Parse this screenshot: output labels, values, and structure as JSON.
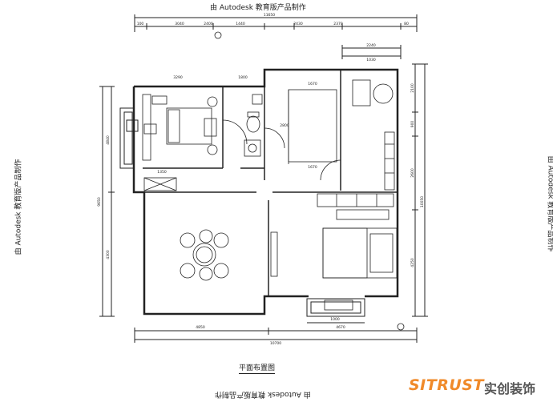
{
  "watermark": {
    "text": "由 Autodesk 教育版产品制作"
  },
  "plan": {
    "title": "平面布置图"
  },
  "dimensions": {
    "top_total": "11650",
    "top_segments": [
      "100",
      "3040",
      "2400",
      "1440",
      "2430",
      "2370",
      "80"
    ],
    "top_right": "2240",
    "top_right_sub": "1030",
    "bottom_total": "10700",
    "bottom_left": "4850",
    "bottom_right": "4670",
    "bottom_sub": "1000",
    "left_total": "9650",
    "left_upper": "4840",
    "left_lower": "4300",
    "right_segments": [
      "2100",
      "900",
      "2600",
      "4250"
    ],
    "right_total": "10050",
    "bedroom_width": "3290",
    "bath_width": "1800",
    "room_width_1": "1670",
    "room_width_2": "1670",
    "room_height": "2800",
    "living_note": "1350"
  },
  "logo": {
    "brand": "SITRUST",
    "chinese": "实创装饰"
  },
  "colors": {
    "line": "#222222",
    "logo_orange": "#f08a2a",
    "logo_gray": "#555555"
  }
}
